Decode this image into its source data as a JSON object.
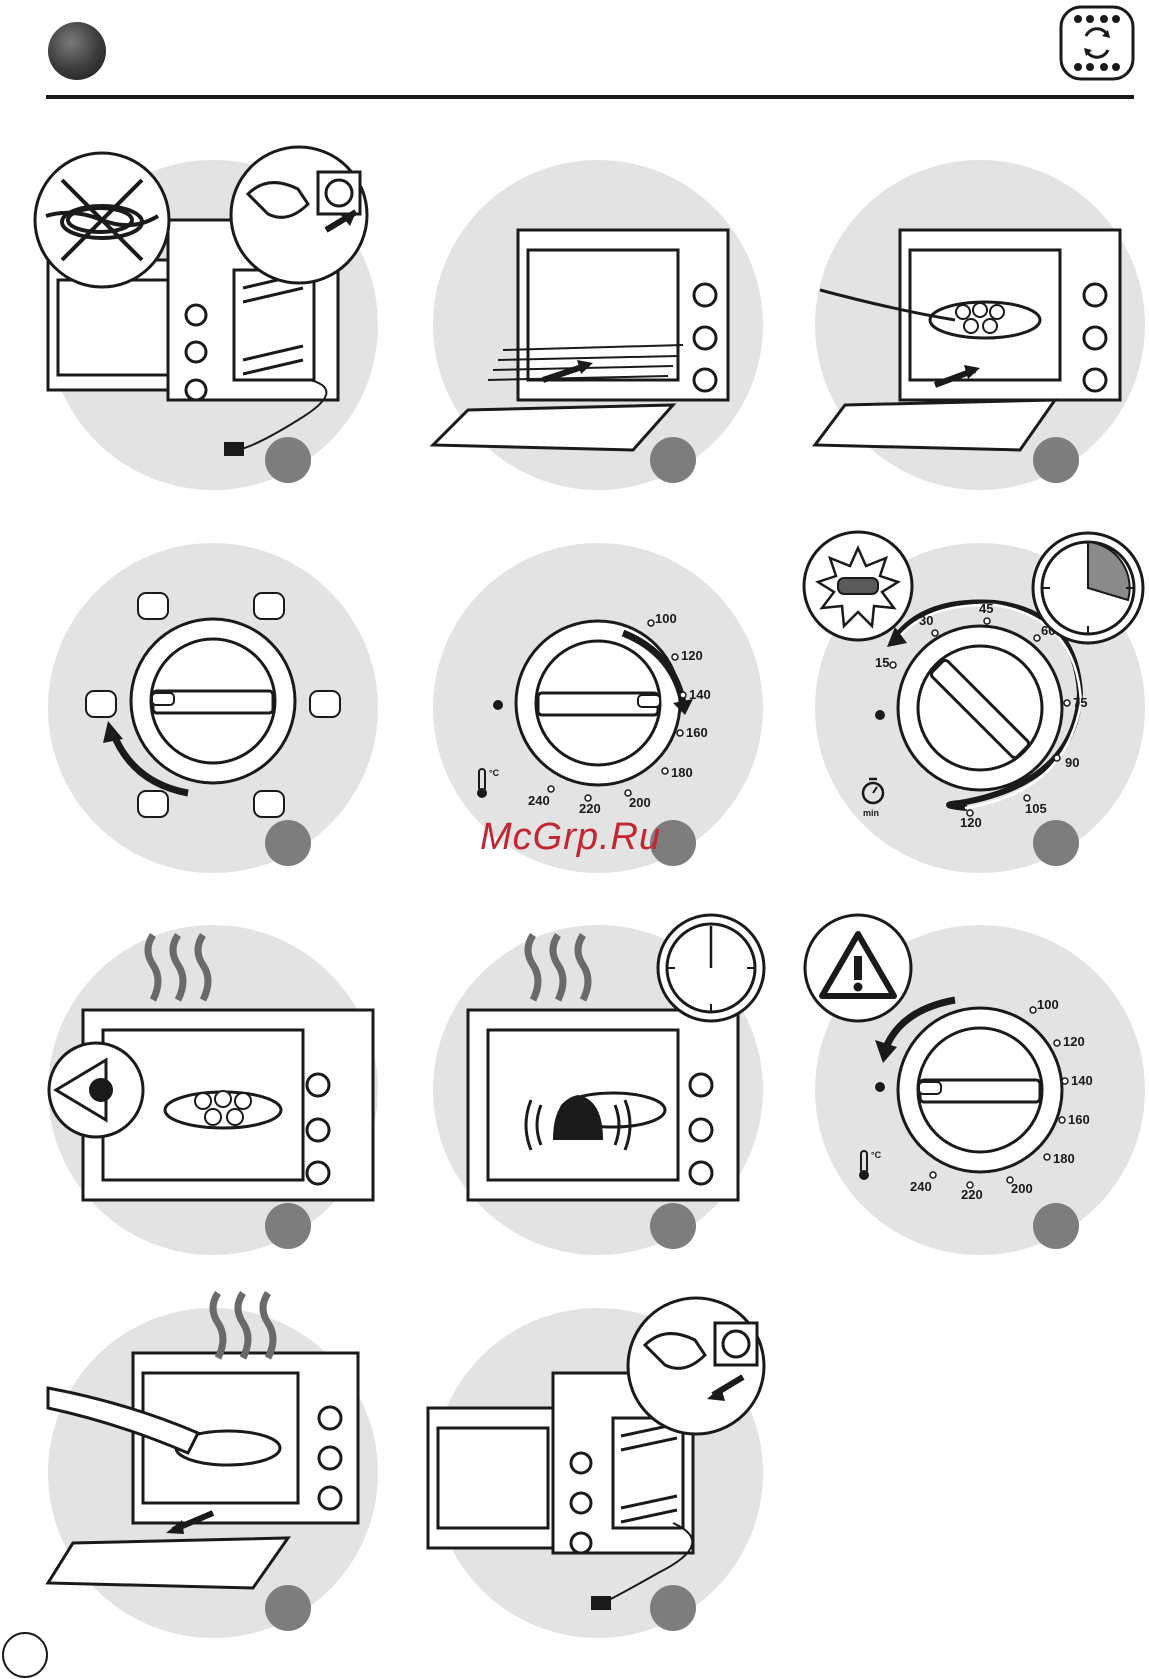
{
  "watermark": "McGrp.Ru",
  "temperature_unit": "°C",
  "timer_unit": "min",
  "temperature_scale": [
    "100",
    "120",
    "140",
    "160",
    "180",
    "200",
    "220",
    "240"
  ],
  "timer_scale": [
    "15",
    "30",
    "45",
    "60",
    "75",
    "90",
    "105",
    "120"
  ],
  "icons": {
    "header": "section-bullet-icon",
    "mode": "convection-mode-icon",
    "warning": "warning-triangle-icon",
    "clock": "clock-icon",
    "thermometer": "thermometer-icon",
    "stopwatch": "stopwatch-icon"
  },
  "colors": {
    "circle": "#e3e3e3",
    "dot": "#7d7d7d",
    "ink": "#1a1a1a",
    "watermark": "#c3262e"
  }
}
